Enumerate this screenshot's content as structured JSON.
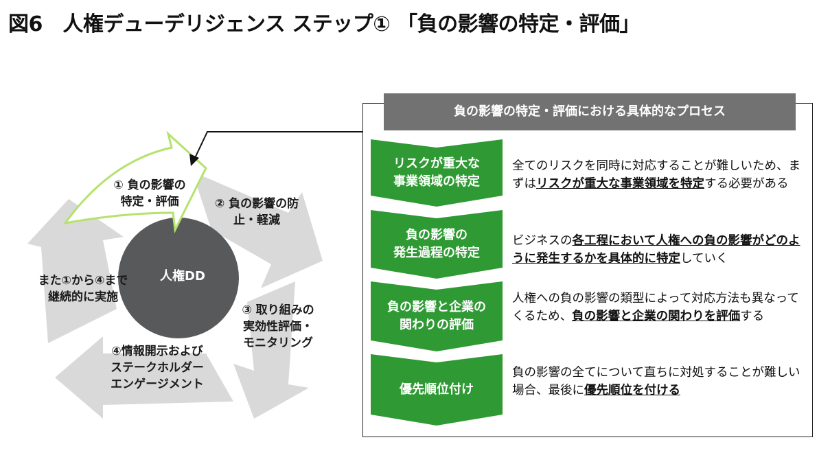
{
  "title": "図6　人権デューデリジェンス ステップ① 「負の影響の特定・評価」",
  "cycle": {
    "center": "人権DD",
    "steps": [
      "① 負の影響の\n特定・評価",
      "② 負の影響の防\n止・軽減",
      "③ 取り組みの\n実効性評価・\nモニタリング",
      "④情報開示および\nステークホルダー\nエンゲージメント"
    ],
    "repeat_note": "また①から④まで\n継続的に実施"
  },
  "panel": {
    "header": "負の影響の特定・評価における具体的なプロセス",
    "steps": [
      {
        "label": "リスクが重大な\n事業領域の特定",
        "desc": [
          {
            "t": "全てのリスクを同時に対応することが難しいため、まずは"
          },
          {
            "t": "リスクが重大な事業領域を特定",
            "b": true
          },
          {
            "t": "する必要がある"
          }
        ]
      },
      {
        "label": "負の影響の\n発生過程の特定",
        "desc": [
          {
            "t": "ビジネスの"
          },
          {
            "t": "各工程において人権への負の影響がどのように発生するかを具体的に特定",
            "b": true
          },
          {
            "t": "していく"
          }
        ]
      },
      {
        "label": "負の影響と企業の\n関わりの評価",
        "desc": [
          {
            "t": "人権への負の影響の類型によって対応方法も異なってくるため、"
          },
          {
            "t": "負の影響と企業の関わりを評価",
            "b": true
          },
          {
            "t": "する"
          }
        ]
      },
      {
        "label": "優先順位付け",
        "desc": [
          {
            "t": "負の影響の全てについて直ちに対処することが難しい場合、最後に"
          },
          {
            "t": "優先順位を付ける",
            "b": true
          }
        ]
      }
    ]
  },
  "colors": {
    "step_green": "#2f9a34",
    "header_gray": "#727272",
    "center_gray": "#58595b",
    "arrow_gray": "#d9d9d9",
    "highlight_arrow": "#b5e26e"
  }
}
